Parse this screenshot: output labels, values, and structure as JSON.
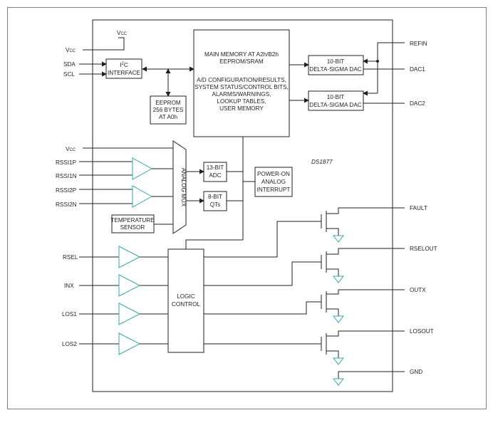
{
  "chip": {
    "part_number": "DS1877",
    "blocks": {
      "main_memory": [
        "MAIN MEMORY AT A2h/B2h",
        "EEPROM/SRAM",
        "",
        "A/D CONFIGURATION/RESULTS,",
        "SYSTEM STATUS/CONTROL BITS,",
        "ALARMS/WARNINGS,",
        "LOOKUP TABLES,",
        "USER MEMORY"
      ],
      "i2c_interface": [
        "I",
        "2",
        "C",
        "INTERFACE"
      ],
      "eeprom": [
        "EEPROM",
        "256 BYTES",
        "AT A0h"
      ],
      "dac1": [
        "10-BIT",
        "DELTA-SIGMA DAC"
      ],
      "dac2": [
        "10-BIT",
        "DELTA-SIGMA DAC"
      ],
      "adc": [
        "13-BIT",
        "ADC"
      ],
      "qts": [
        "8-BIT",
        "QTs"
      ],
      "power_on": [
        "POWER-ON",
        "ANALOG",
        "INTERRUPT"
      ],
      "temperature_sensor": [
        "TEMPERATURE",
        "SENSOR"
      ],
      "analog_mux": "ANALOG MUX",
      "logic_control": [
        "LOGIC",
        "CONTROL"
      ]
    }
  },
  "pins": {
    "vcc_top": [
      "V",
      "CC"
    ],
    "vcc_left": [
      "V",
      "CC"
    ],
    "vcc_mid": [
      "V",
      "CC"
    ],
    "sda": "SDA",
    "scl": "SCL",
    "rssi1p": "RSSI1P",
    "rssi1n": "RSSI1N",
    "rssi2p": "RSSI2P",
    "rssi2n": "RSSI2N",
    "rsel": "RSEL",
    "inx": "INX",
    "los1": "LOS1",
    "los2": "LOS2",
    "refin": "REFIN",
    "dac1": "DAC1",
    "dac2": "DAC2",
    "fault": "FAULT",
    "rselout": "RSELOUT",
    "outx": "OUTX",
    "losout": "LOSOUT",
    "gnd": "GND"
  },
  "colors": {
    "line": "#231f20",
    "buffer_outline": "#3aa5a8",
    "frame": "#808080",
    "background": "#ffffff"
  }
}
